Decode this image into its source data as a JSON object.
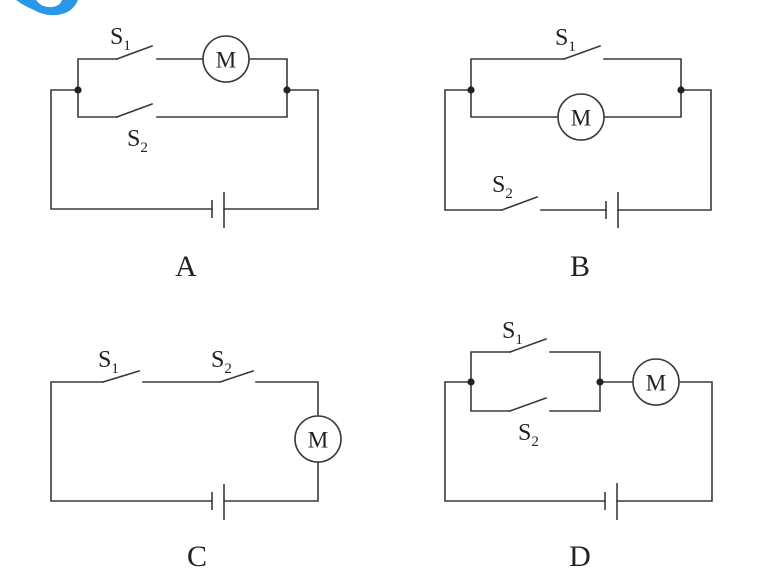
{
  "decoration": {
    "name": "blue-corner-decoration",
    "color": "#2a98e6"
  },
  "component_labels": {
    "motor": "M",
    "switch_prefix": "S",
    "switch1_sub": "1",
    "switch2_sub": "2"
  },
  "circuits": [
    {
      "id": "A",
      "caption": "A",
      "topology": "S1 in series with motor M on upper branch; S2 alone on lower branch in parallel; parallel group in series with battery"
    },
    {
      "id": "B",
      "caption": "B",
      "topology": "S1 on upper branch in parallel with motor M on lower branch; S2 in series with battery on main line"
    },
    {
      "id": "C",
      "caption": "C",
      "topology": "S1, S2 and motor M all in series with battery"
    },
    {
      "id": "D",
      "caption": "D",
      "topology": "S1 and S2 in parallel; parallel group in series with motor M and battery"
    }
  ]
}
